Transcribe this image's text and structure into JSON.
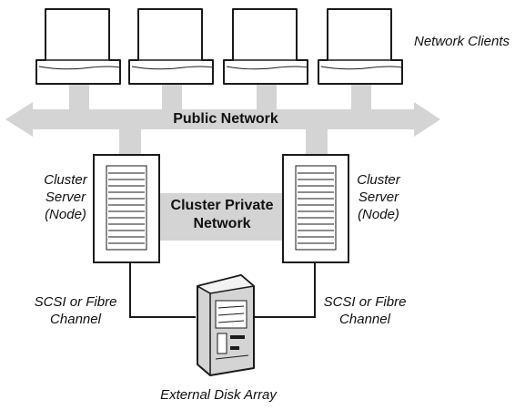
{
  "labels": {
    "network_clients": "Network Clients",
    "public_network": "Public Network",
    "cluster_private_network": [
      "Cluster Private",
      "Network"
    ],
    "left_node": [
      "Cluster",
      "Server",
      "(Node)"
    ],
    "right_node": [
      "Cluster",
      "Server",
      "(Node)"
    ],
    "left_link": [
      "SCSI or Fibre",
      "Channel"
    ],
    "right_link": [
      "SCSI or Fibre",
      "Channel"
    ],
    "disk_array": "External Disk Array"
  },
  "colors": {
    "network_fill": "#d4d4d4",
    "outline": "#1a1a1a",
    "background": "#ffffff"
  },
  "icons": {
    "client": "monitor-icon",
    "server": "server-tower-icon",
    "storage": "disk-array-icon"
  }
}
